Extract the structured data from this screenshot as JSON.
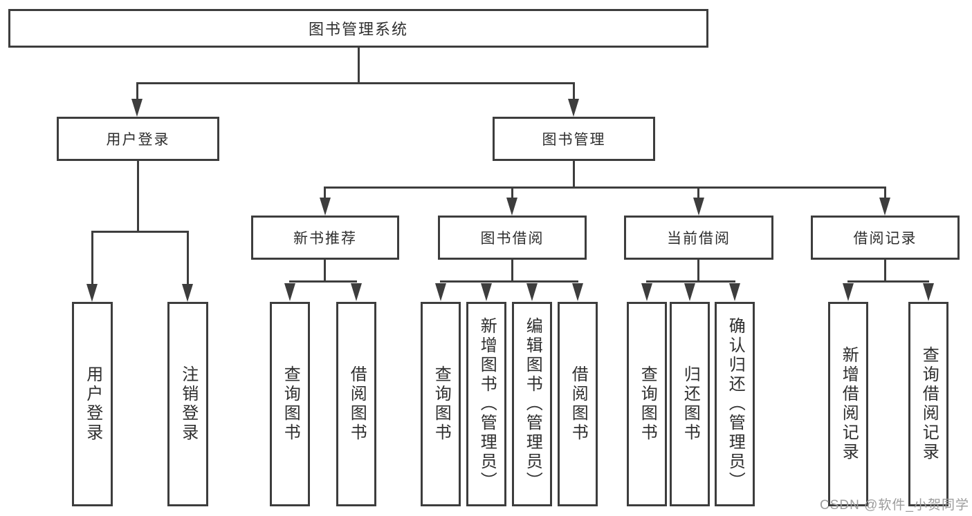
{
  "diagram": {
    "root": {
      "label": "图书管理系统"
    },
    "branches": [
      {
        "label": "用户登录",
        "children": [
          {
            "label": "用户登录"
          },
          {
            "label": "注销登录"
          }
        ]
      },
      {
        "label": "图书管理",
        "children": [
          {
            "label": "新书推荐",
            "children": [
              {
                "label": "查询图书"
              },
              {
                "label": "借阅图书"
              }
            ]
          },
          {
            "label": "图书借阅",
            "children": [
              {
                "label": "查询图书"
              },
              {
                "label": "新增图书（管理员）"
              },
              {
                "label": "编辑图书（管理员）"
              },
              {
                "label": "借阅图书"
              }
            ]
          },
          {
            "label": "当前借阅",
            "children": [
              {
                "label": "查询图书"
              },
              {
                "label": "归还图书"
              },
              {
                "label": "确认归还（管理员）"
              }
            ]
          },
          {
            "label": "借阅记录",
            "children": [
              {
                "label": "新增借阅记录"
              },
              {
                "label": "查询借阅记录"
              }
            ]
          }
        ]
      }
    ]
  },
  "watermark": {
    "text": "CSDN @软件_小贺同学"
  },
  "colors": {
    "line": "#3d3d3d",
    "text": "#2e2e2e",
    "watermark": "#9c9c9c",
    "background": "#ffffff"
  }
}
